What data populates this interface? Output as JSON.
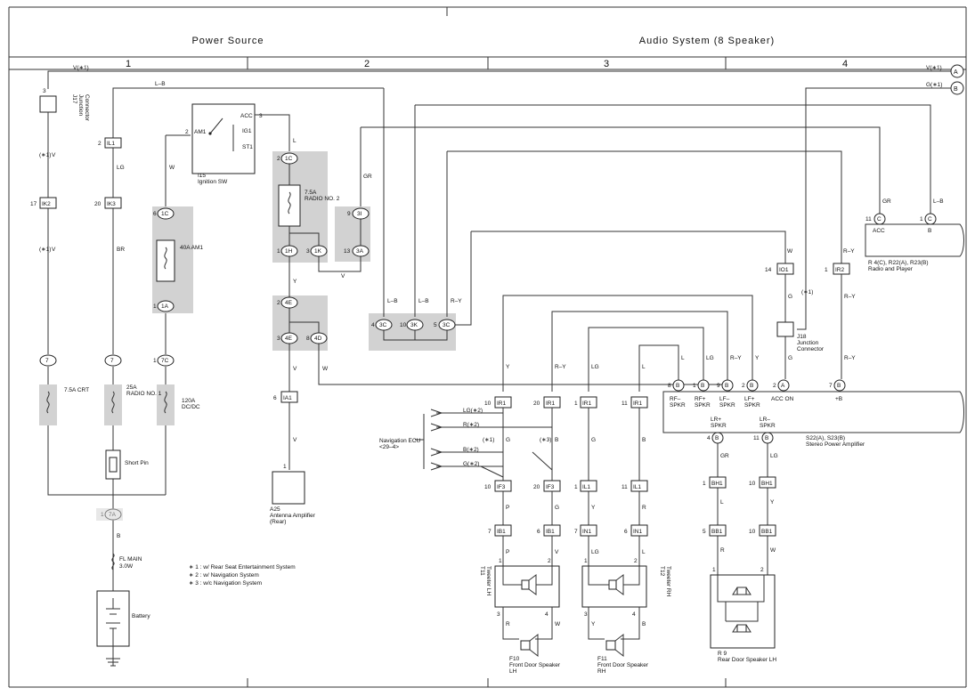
{
  "header": {
    "left_section": "Power Source",
    "right_section": "Audio System (8 Speaker)",
    "columns": [
      "1",
      "2",
      "3",
      "4"
    ]
  },
  "components": {
    "j17": [
      "J17",
      "Junction",
      "Connector"
    ],
    "ignition": {
      "id": "I15",
      "name": "Ignition SW",
      "pins": [
        "AM1",
        "ACC",
        "IG1",
        "ST1"
      ],
      "pin2": "2",
      "pin3": "3"
    },
    "fuse_am1": "40A AM1",
    "fuse_radio2": [
      "7.5A",
      "RADIO NO. 2"
    ],
    "fuse_crt": "7.5A CRT",
    "fuse_radio1": [
      "25A",
      "RADIO NO. 1"
    ],
    "fuse_dcdc": [
      "120A",
      "DC/DC"
    ],
    "short_pin": "Short Pin",
    "fl_main": [
      "FL MAIN",
      "3.0W"
    ],
    "battery": "Battery",
    "antenna_amp": [
      "A25",
      "Antenna Amplifier",
      "(Rear)"
    ],
    "radio": {
      "label": [
        "R 4(C), R22(A), R23(B)",
        "Radio and Player"
      ],
      "pins": [
        "ACC",
        "B"
      ]
    },
    "j18": [
      "J18",
      "Junction",
      "Connector"
    ],
    "amp": {
      "label": [
        "S22(A), S23(B)",
        "Stereo Power Amplifier"
      ],
      "pins": [
        "RF–",
        "SPKR",
        "RF+",
        "SPKR",
        "LF–",
        "SPKR",
        "LF+",
        "SPKR",
        "ACC ON",
        "+B",
        "LR+",
        "SPKR",
        "LR–",
        "SPKR"
      ]
    },
    "nav_ecu": [
      "Navigation ECU",
      "<29–4>"
    ],
    "tweeter_lh": [
      "T11",
      "Tweeter LH"
    ],
    "tweeter_rh": [
      "T12",
      "Tweeter RH"
    ],
    "front_lh": [
      "F10",
      "Front Door Speaker",
      "LH"
    ],
    "front_rh": [
      "F11",
      "Front Door Speaker",
      "RH"
    ],
    "rear_spk": [
      "R 9",
      "Rear Door Speaker LH"
    ]
  },
  "connectors": [
    "IL1",
    "IK3",
    "IK2",
    "1C",
    "1A",
    "7C",
    "7A",
    "1H",
    "1K",
    "3I",
    "3A",
    "4E",
    "4D",
    "IA1",
    "3C",
    "3K",
    "IO1",
    "IR2",
    "IR1",
    "IF3",
    "IB1",
    "IN1",
    "BH1",
    "BB1"
  ],
  "wires": {
    "v1": "V(∗1)",
    "g1": "G(∗1)",
    "lb": "L–B",
    "v": "V",
    "lg": "LG",
    "br": "BR",
    "w": "W",
    "b": "B",
    "l": "L",
    "y": "Y",
    "gr": "GR",
    "r": "R",
    "g": "G",
    "p": "P",
    "ry": "R–Y",
    "star1": "(∗1)",
    "star3": "(∗3)",
    "lg2": "LG(∗2)",
    "r2": "R(∗2)",
    "b2": "B(∗2)",
    "g2": "G(∗2)"
  },
  "offpage": [
    "A",
    "B"
  ],
  "notes": [
    "∗ 1 : w/ Rear Seat Entertainment System",
    "∗ 2 : w/ Navigation System",
    "∗ 3 : w/c Navigation System"
  ]
}
